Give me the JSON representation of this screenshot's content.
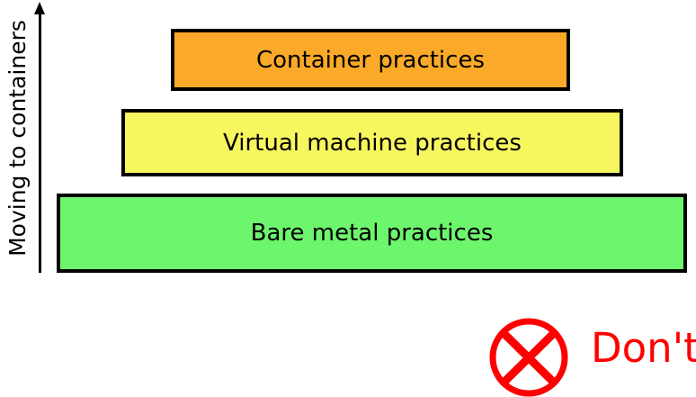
{
  "diagram": {
    "axis": {
      "label": "Moving to containers"
    },
    "layers": [
      {
        "label": "Container practices",
        "fill": "#FAAA28"
      },
      {
        "label": "Virtual machine practices",
        "fill": "#F6F65F"
      },
      {
        "label": "Bare metal practices",
        "fill": "#6EF56E"
      }
    ],
    "annotation": {
      "label": "Don't",
      "color": "#FF0000",
      "icon": "crossed-circle-icon"
    },
    "style": {
      "border_color": "#000000",
      "background": "#FFFFFF",
      "text_color": "#000000"
    }
  }
}
